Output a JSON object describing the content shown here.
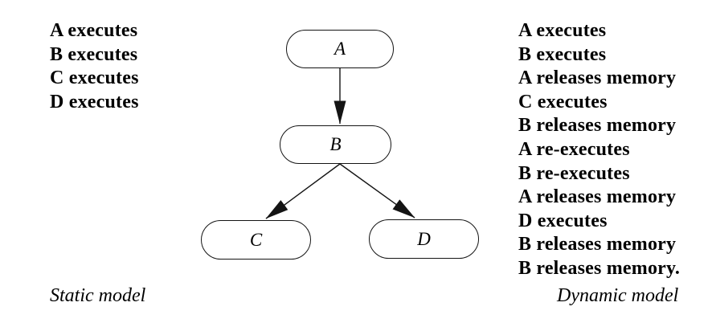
{
  "figure": {
    "left_panel": {
      "items": [
        "A executes",
        "B executes",
        "C executes",
        "D executes"
      ],
      "caption": "Static model"
    },
    "right_panel": {
      "items": [
        "A executes",
        "B executes",
        "A releases memory",
        "C executes",
        "B releases memory",
        "A re-executes",
        "B re-executes",
        "A releases memory",
        "D executes",
        "B releases memory",
        "B releases memory."
      ],
      "caption": "Dynamic model"
    },
    "diagram": {
      "nodes": [
        {
          "id": "A",
          "label": "A"
        },
        {
          "id": "B",
          "label": "B"
        },
        {
          "id": "C",
          "label": "C"
        },
        {
          "id": "D",
          "label": "D"
        }
      ],
      "edges": [
        {
          "from": "A",
          "to": "B"
        },
        {
          "from": "B",
          "to": "C"
        },
        {
          "from": "B",
          "to": "D"
        }
      ]
    },
    "colors": {
      "background": "#ffffff",
      "text": "#000000",
      "line": "#141414"
    }
  }
}
